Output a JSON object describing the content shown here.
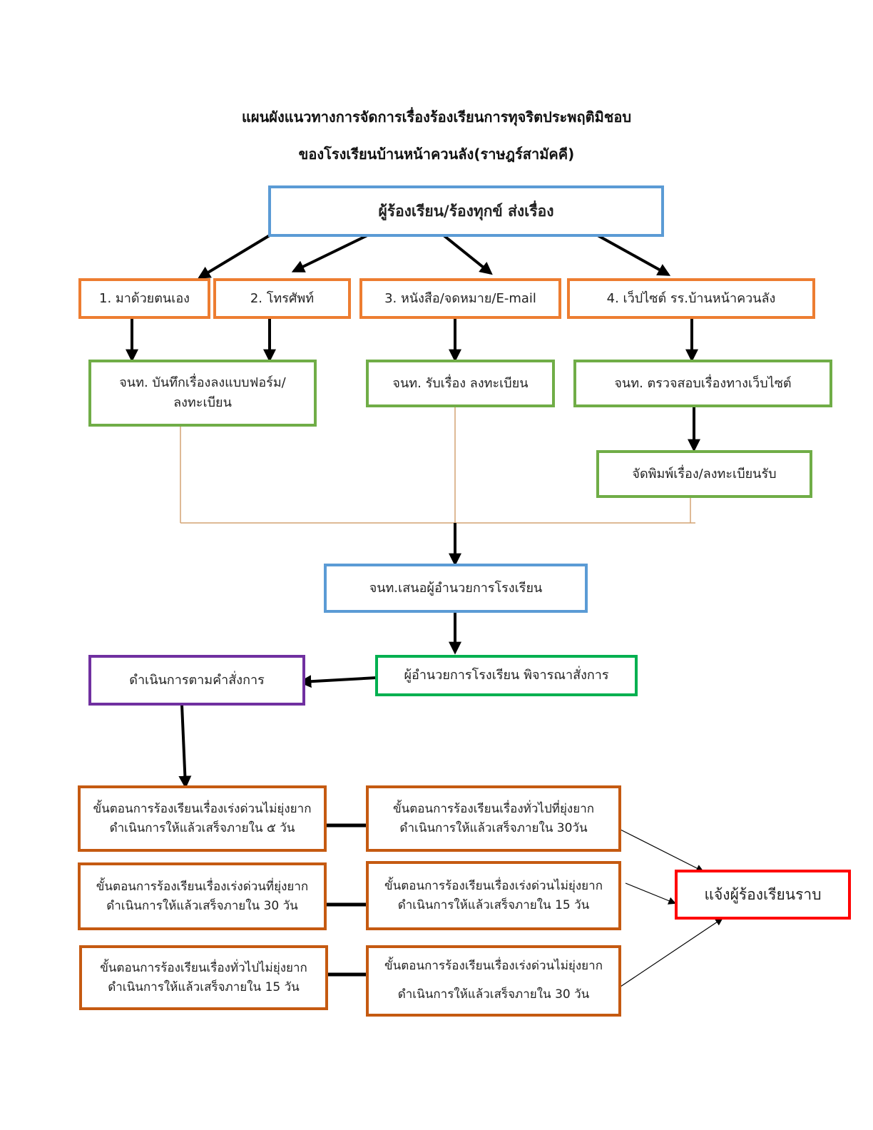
{
  "title": {
    "line1": "แผนผังแนวทางการจัดการเรื่องร้องเรียนการทุจริตประพฤติมิชอบ",
    "line2": "ของโรงเรียนบ้านหน้าควนลัง(ราษฎร์สามัคคี)"
  },
  "top": "ผู้ร้องเรียน/ร้องทุกข์ ส่งเรื่อง",
  "channels": [
    "1. มาด้วยตนเอง",
    "2. โทรศัพท์",
    "3. หนังสือ/จดหมาย/E-mail",
    "4. เว็ปไซต์ รร.บ้านหน้าควนลัง"
  ],
  "record": {
    "line1": "จนท. บันทึกเรื่องลงแบบฟอร์ม/",
    "line2": "ลงทะเบียน"
  },
  "receive": "จนท. รับเรื่อง ลงทะเบียน",
  "web_check": "จนท. ตรวจสอบเรื่องทางเว็บไซต์",
  "print": "จัดพิมพ์เรื่อง/ลงทะเบียนรับ",
  "propose": "จนท.เสนอผู้อำนวยการโรงเรียน",
  "director": "ผู้อำนวยการโรงเรียน พิจารณาสั่งการ",
  "execute": "ดำเนินการตามคำสั่งการ",
  "steps": [
    {
      "line1": "ขั้นตอนการร้องเรียนเรื่องเร่งด่วนไม่ยุ่งยาก",
      "line2": "ดำเนินการให้แล้วเสร็จภายใน ๕ วัน"
    },
    {
      "line1": "ขั้นตอนการร้องเรียนเรื่องทั่วไปที่ยุ่งยาก",
      "line2": "ดำเนินการให้แล้วเสร็จภายใน 30วัน"
    },
    {
      "line1": "ขั้นตอนการร้องเรียนเรื่องเร่งด่วนที่ยุ่งยาก",
      "line2": "ดำเนินการให้แล้วเสร็จภายใน 30 วัน"
    },
    {
      "line1": "ขั้นตอนการร้องเรียนเรื่องเร่งด่วนไม่ยุ่งยาก",
      "line2": "ดำเนินการให้แล้วเสร็จภายใน 15 วัน"
    },
    {
      "line1": "ขั้นตอนการร้องเรียนเรื่องทั่วไปไม่ยุ่งยาก",
      "line2": "ดำเนินการให้แล้วเสร็จภายใน 15 วัน"
    },
    {
      "line1": "ขั้นตอนการร้องเรียนเรื่องเร่งด่วนไม่ยุ่งยาก",
      "line2": "ดำเนินการให้แล้วเสร็จภายใน 30 วัน"
    }
  ],
  "notify": "แจ้งผู้ร้องเรียนราบ",
  "colors": {
    "blue": "#5b9bd5",
    "orange": "#ed7d31",
    "green": "#70ad47",
    "dark_green": "#00b050",
    "purple": "#7030a0",
    "brown": "#c55a11",
    "red": "#ff0000",
    "tan_connector": "#d4a373"
  }
}
